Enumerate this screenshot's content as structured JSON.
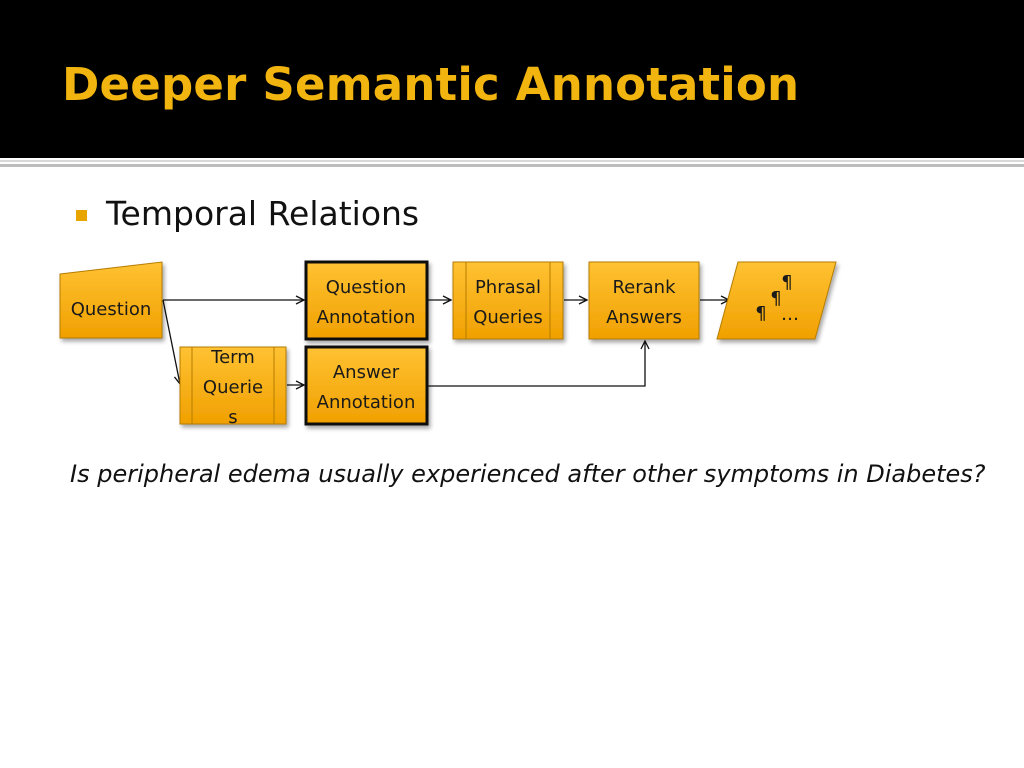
{
  "slide": {
    "title": "Deeper Semantic Annotation",
    "bullet": "Temporal Relations",
    "question": "Is peripheral edema usually experienced after other symptoms in Diabetes?"
  },
  "colors": {
    "title_bar": "#000000",
    "title_text": "#f2b40f",
    "box_fill": "#f5a800",
    "box_border": "#b57c00",
    "bullet": "#e8a500"
  },
  "diagram": {
    "question_node": "Question",
    "question_annotation": [
      "Question",
      "Annotation"
    ],
    "phrasal_queries": [
      "Phrasal",
      "Queries"
    ],
    "rerank_answers": [
      "Rerank",
      "Answers"
    ],
    "term_queries": [
      "Term",
      "Querie",
      "s"
    ],
    "answer_annotation": [
      "Answer",
      "Annotation"
    ],
    "output_doc": [
      "¶",
      "¶",
      "¶",
      "…"
    ]
  }
}
